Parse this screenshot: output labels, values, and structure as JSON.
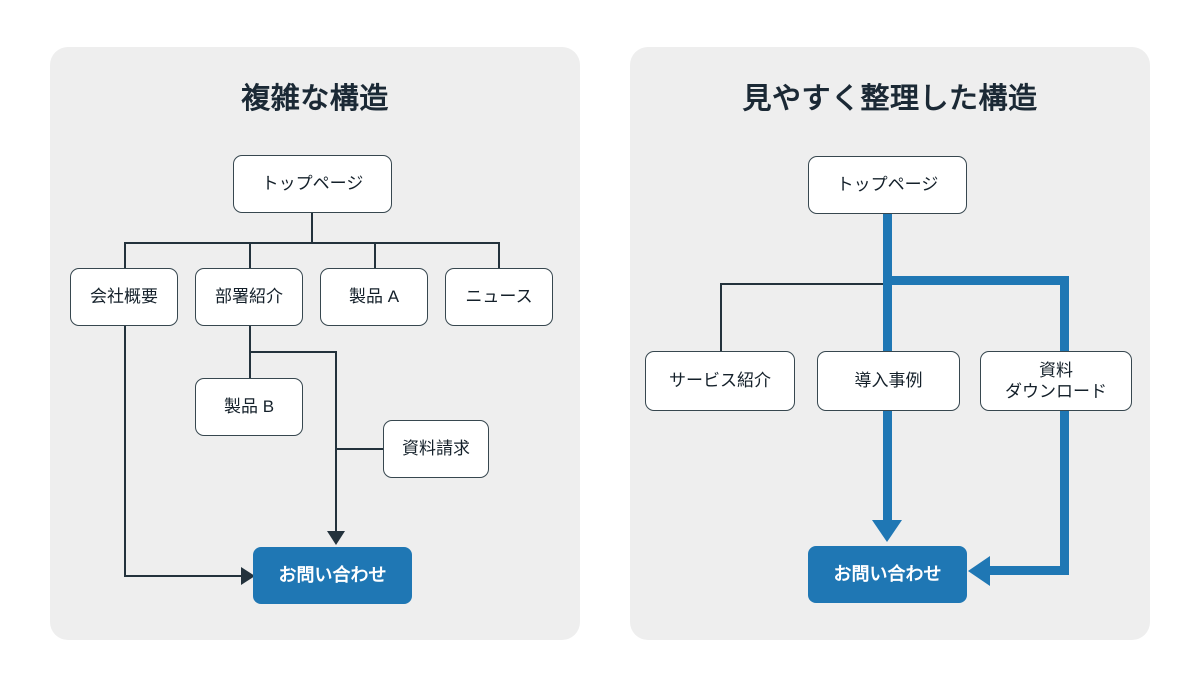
{
  "panels": [
    {
      "id": "complex",
      "title": "複雑な構造",
      "nodes": [
        {
          "key": "top",
          "label": "トップページ"
        },
        {
          "key": "company",
          "label": "会社概要"
        },
        {
          "key": "dept",
          "label": "部署紹介"
        },
        {
          "key": "product_a",
          "label": "製品 A"
        },
        {
          "key": "news",
          "label": "ニュース"
        },
        {
          "key": "product_b",
          "label": "製品 B"
        },
        {
          "key": "request",
          "label": "資料請求"
        },
        {
          "key": "contact",
          "label": "お問い合わせ"
        }
      ]
    },
    {
      "id": "organized",
      "title": "見やすく整理した構造",
      "nodes": [
        {
          "key": "top",
          "label": "トップページ"
        },
        {
          "key": "service",
          "label": "サービス紹介"
        },
        {
          "key": "cases",
          "label": "導入事例"
        },
        {
          "key": "download",
          "label": "資料\nダウンロード"
        },
        {
          "key": "contact",
          "label": "お問い合わせ"
        }
      ]
    }
  ],
  "colors": {
    "panel_background": "#eeeeee",
    "page_background": "#ffffff",
    "node_border": "#37474f",
    "node_fill": "#ffffff",
    "text": "#14202a",
    "title": "#1b2935",
    "accent_blue": "#1f77b4",
    "connector": "#23323c"
  },
  "diagram": {
    "type": "site-structure-comparison",
    "left_edges": [
      {
        "from": "top",
        "to": "company"
      },
      {
        "from": "top",
        "to": "dept"
      },
      {
        "from": "top",
        "to": "product_a"
      },
      {
        "from": "top",
        "to": "news"
      },
      {
        "from": "dept",
        "to": "product_b"
      },
      {
        "from": "dept",
        "to": "request"
      },
      {
        "from": "dept",
        "to": "contact",
        "arrow": "down"
      },
      {
        "from": "company",
        "to": "contact",
        "arrow": "right"
      }
    ],
    "right_edges": [
      {
        "from": "top",
        "to": "service",
        "style": "thin"
      },
      {
        "from": "top",
        "to": "cases",
        "style": "thick-blue"
      },
      {
        "from": "top",
        "to": "download",
        "style": "thick-blue"
      },
      {
        "from": "cases",
        "to": "contact",
        "style": "thick-blue",
        "arrow": "down"
      },
      {
        "from": "download",
        "to": "contact",
        "style": "thick-blue",
        "arrow": "left"
      }
    ]
  }
}
